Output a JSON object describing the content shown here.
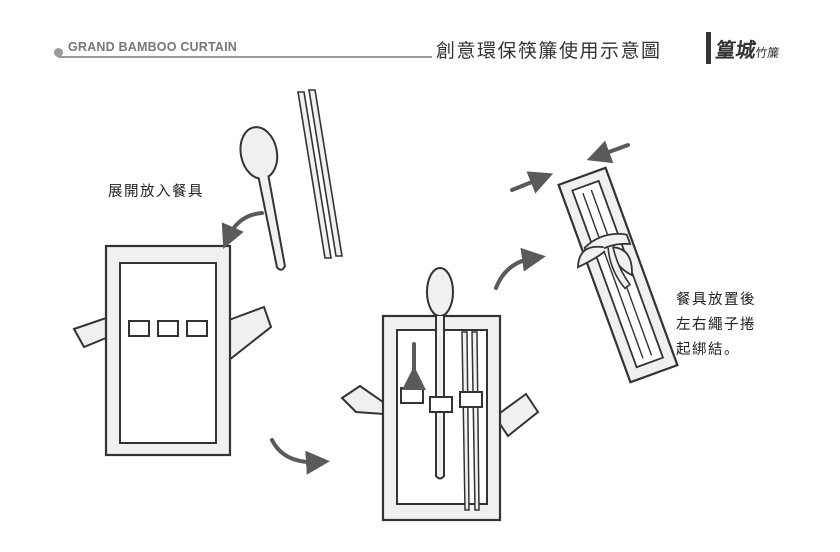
{
  "header": {
    "brand_en": "GRAND BAMBOO CURTAIN",
    "title": "創意環保筷簾使用示意圖",
    "brand_logo_main": "篁城",
    "brand_logo_small": "竹簾"
  },
  "steps": {
    "step1_label": "展開放入餐具",
    "step3_label": "餐具放置後\n左右繩子捲\n起綁結。"
  },
  "colors": {
    "ink": "#333333",
    "arrow": "#5a5a5a",
    "panel_fill": "#f0f0f0",
    "header_rule": "#9a9a9a"
  }
}
